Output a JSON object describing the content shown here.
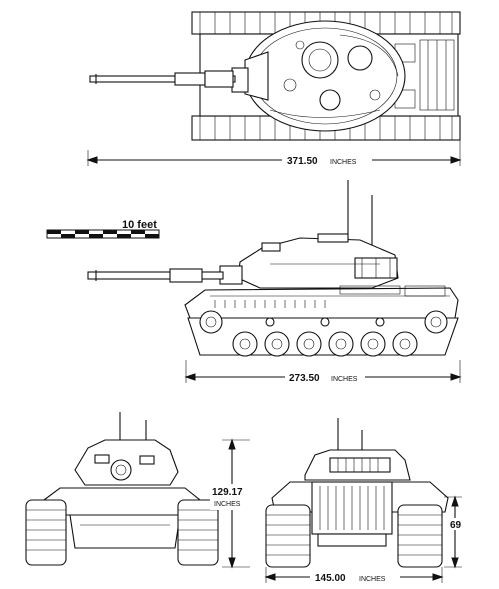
{
  "scale_bar": {
    "label": "10 feet",
    "segments": 8
  },
  "dimensions": {
    "length": {
      "value": "371.50",
      "unit": "INCHES"
    },
    "hull_length": {
      "value": "273.50",
      "unit": "INCHES"
    },
    "height": {
      "value": "129.17",
      "unit": "INCHES"
    },
    "width": {
      "value": "145.00",
      "unit": "INCHES"
    },
    "track_height": {
      "value": "69"
    }
  }
}
